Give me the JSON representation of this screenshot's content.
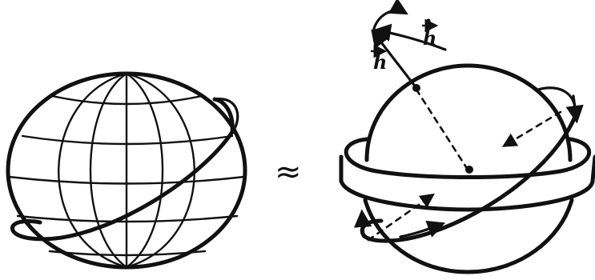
{
  "figure": {
    "equivalence_symbol": "≈",
    "labels": {
      "h_vector": "h",
      "h_dot": "h"
    }
  },
  "colors": {
    "ink": "#111111",
    "background": "#ffffff"
  },
  "icons": {
    "left": "globe-with-satellite-orbit",
    "right": "sphere-with-equatorial-bulge-ring"
  }
}
